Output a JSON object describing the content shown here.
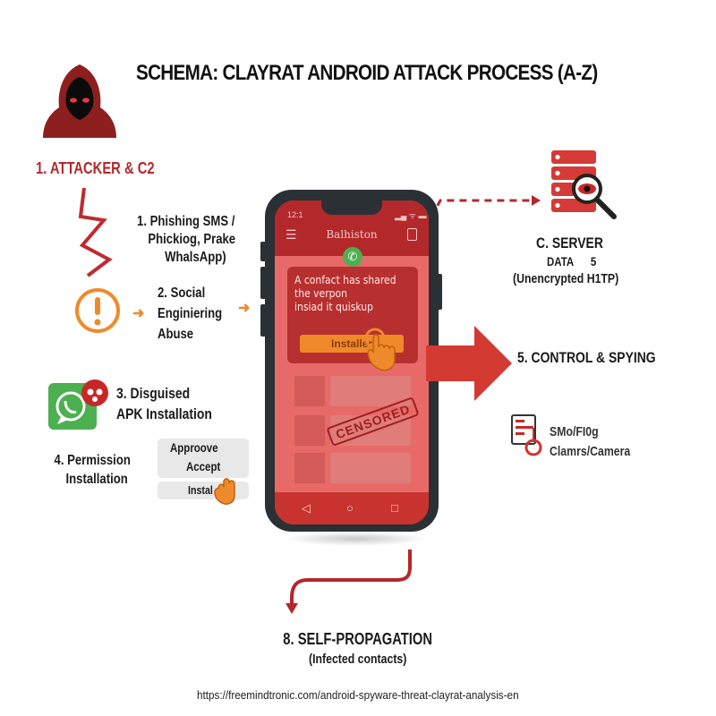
{
  "title": "SCHEMA: CLAYRAT ANDROID ATTACK PROCESS (A-Z)",
  "colors": {
    "accent_red": "#b3282b",
    "orange": "#ef8a2a",
    "green": "#4caf50",
    "phone_frame": "#2b3035"
  },
  "steps": {
    "attacker": {
      "label": "1. ATTACKER & C2",
      "icon": "hooded-hacker-icon"
    },
    "phishing": {
      "lines": [
        "1. Phishing SMS /",
        "Phickiog, Prake",
        "WhalsApp)"
      ]
    },
    "social": {
      "lines": [
        "2. Social",
        "Enginiering",
        "Abuse"
      ],
      "icon": "warning-icon"
    },
    "apk": {
      "lines": [
        "3. Disguised",
        "APK Installation"
      ],
      "icon": "whatsapp-skull-icon"
    },
    "permission": {
      "lines": [
        "4. Permission",
        "Installation"
      ],
      "buttons": [
        "Approove",
        "Accept",
        "Instal"
      ]
    },
    "server": {
      "lines": [
        "C. SERVER",
        "DATA      5",
        "(Unencrypted H1TP)"
      ],
      "icon": "server-eye-icon"
    },
    "control": {
      "label": "5. CONTROL & SPYING",
      "items": [
        "SMo/FI0g",
        "Clamrs/Camera"
      ]
    },
    "propagation": {
      "label": "8. SELF-PROPAGATION",
      "sub": "(Infected contacts)"
    }
  },
  "phone": {
    "time": "12:1",
    "app_title": "Balhiston",
    "message": [
      "A confact has shared",
      "the verpon",
      "insiad it quiskup"
    ],
    "button": "Installer",
    "stamp": "CENSORED"
  },
  "source_url": "https://freemindtronic.com/android-spyware-threat-clayrat-analysis-en"
}
